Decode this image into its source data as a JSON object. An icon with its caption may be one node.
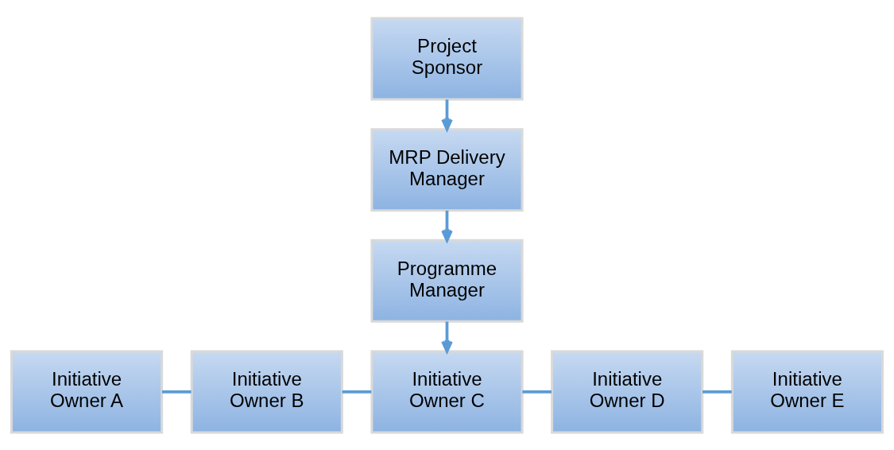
{
  "diagram": {
    "nodes": [
      {
        "text": [
          "Project Sponsor"
        ]
      },
      {
        "text": [
          "MRP Delivery Manager"
        ]
      },
      {
        "text": [
          "Programme Manager"
        ]
      },
      {
        "text": [
          "Initiative Owner A"
        ]
      },
      {
        "text": [
          "Initiative Owner B"
        ]
      },
      {
        "text": [
          "Initiative Owner C"
        ]
      },
      {
        "text": [
          "Initiative Owner D"
        ]
      },
      {
        "text": [
          "Initiative Owner E"
        ]
      }
    ],
    "edges": [
      {
        "from": 0,
        "to": 1,
        "arrow": "to"
      },
      {
        "from": 1,
        "to": 2,
        "arrow": "to"
      },
      {
        "from": 2,
        "to": 5,
        "arrow": "to"
      },
      {
        "from": 3,
        "to": 4,
        "arrow": "none"
      },
      {
        "from": 4,
        "to": 5,
        "arrow": "none"
      },
      {
        "from": 5,
        "to": 6,
        "arrow": "none"
      },
      {
        "from": 6,
        "to": 7,
        "arrow": "none"
      }
    ]
  }
}
